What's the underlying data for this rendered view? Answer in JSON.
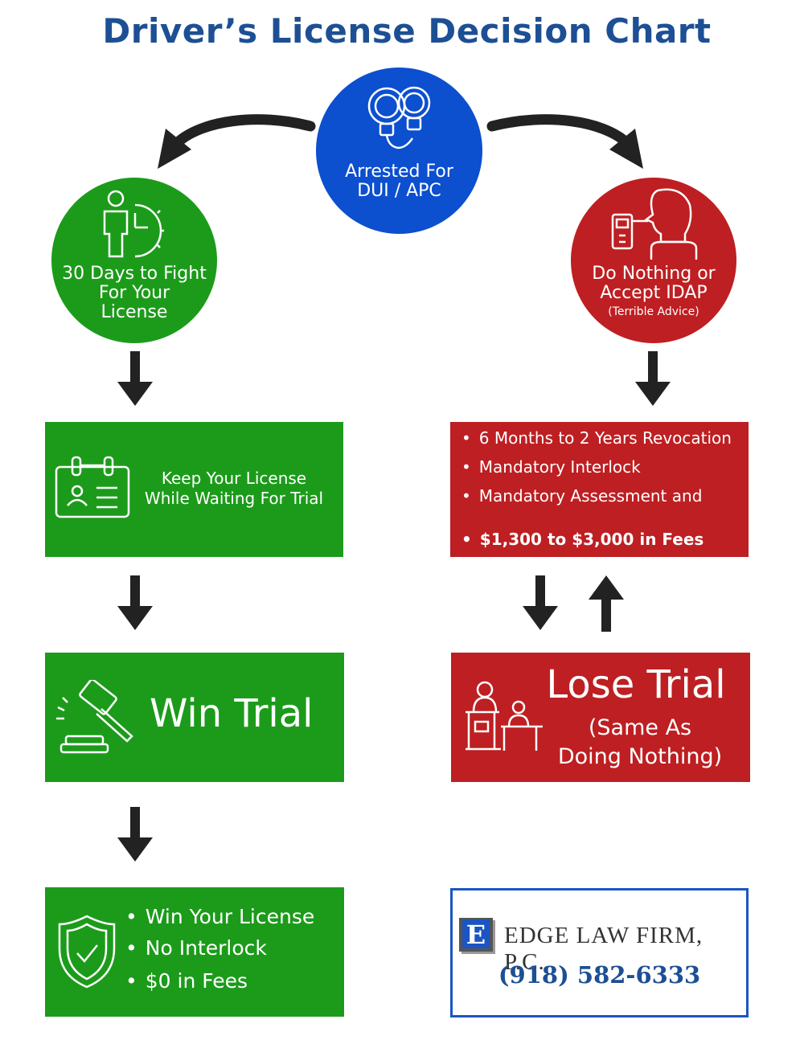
{
  "title": "Driver’s License Decision Chart",
  "colors": {
    "title_blue": "#1d4f94",
    "circle_blue": "#0c4fcf",
    "green": "#1c9b1b",
    "red": "#be1f22",
    "border_blue": "#1b55c1"
  },
  "start": {
    "label_line1": "Arrested For",
    "label_line2": "DUI / APC",
    "icon": "handcuffs-icon"
  },
  "left_path": {
    "circle": {
      "line1": "30 Days to Fight",
      "line2": "For Your",
      "line3": "License",
      "icon": "person-clock-icon"
    },
    "keep_box": {
      "line1": "Keep Your License",
      "line2": "While Waiting For Trial",
      "icon": "id-card-icon"
    },
    "win_box": {
      "label": "Win Trial",
      "icon": "gavel-icon"
    },
    "outcome_box": {
      "items": [
        "Win Your License",
        "No Interlock",
        "$0 in Fees"
      ],
      "icon": "shield-check-icon"
    }
  },
  "right_path": {
    "circle": {
      "line1": "Do Nothing or",
      "line2": "Accept IDAP",
      "note": "(Terrible Advice)",
      "icon": "breathalyzer-icon"
    },
    "consequences": {
      "items": [
        "6 Months to 2 Years Revocation",
        "Mandatory Interlock",
        "Mandatory Assessment and",
        "$1,300 to $3,000 in Fees"
      ]
    },
    "lose_box": {
      "label": "Lose Trial",
      "sub1": "(Same As",
      "sub2": "Doing Nothing)",
      "icon": "courtroom-icon"
    }
  },
  "firm": {
    "logo_letter": "E",
    "name": "EDGE LAW FIRM, P.C.",
    "phone": "(918) 582-6333"
  }
}
